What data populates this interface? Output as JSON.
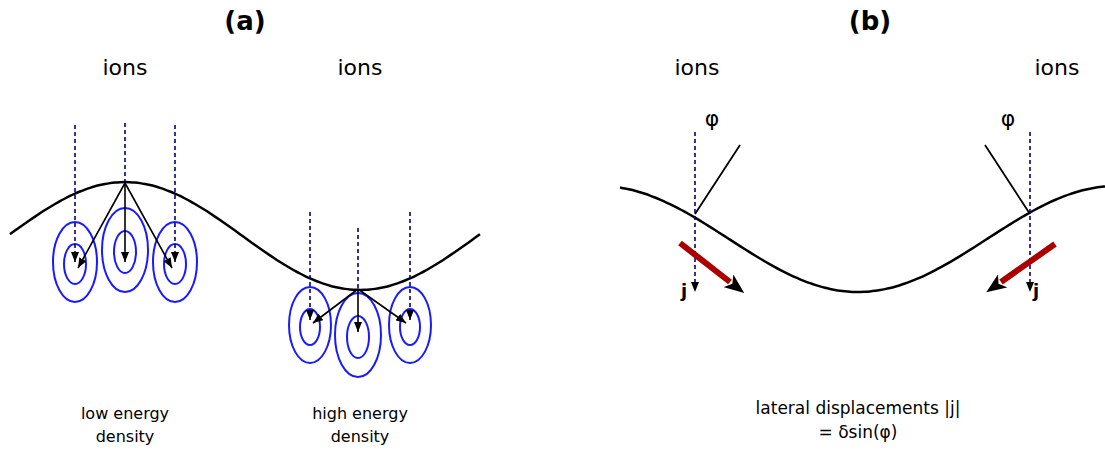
{
  "diagram": {
    "labels": [
      "(a)",
      "(b)",
      "ions",
      "ions",
      "ions",
      "ions",
      "low energy density",
      "high energy density",
      "φ",
      "φ",
      "j",
      "j",
      "lateral displacements |j| = δsin(φ)"
    ]
  }
}
